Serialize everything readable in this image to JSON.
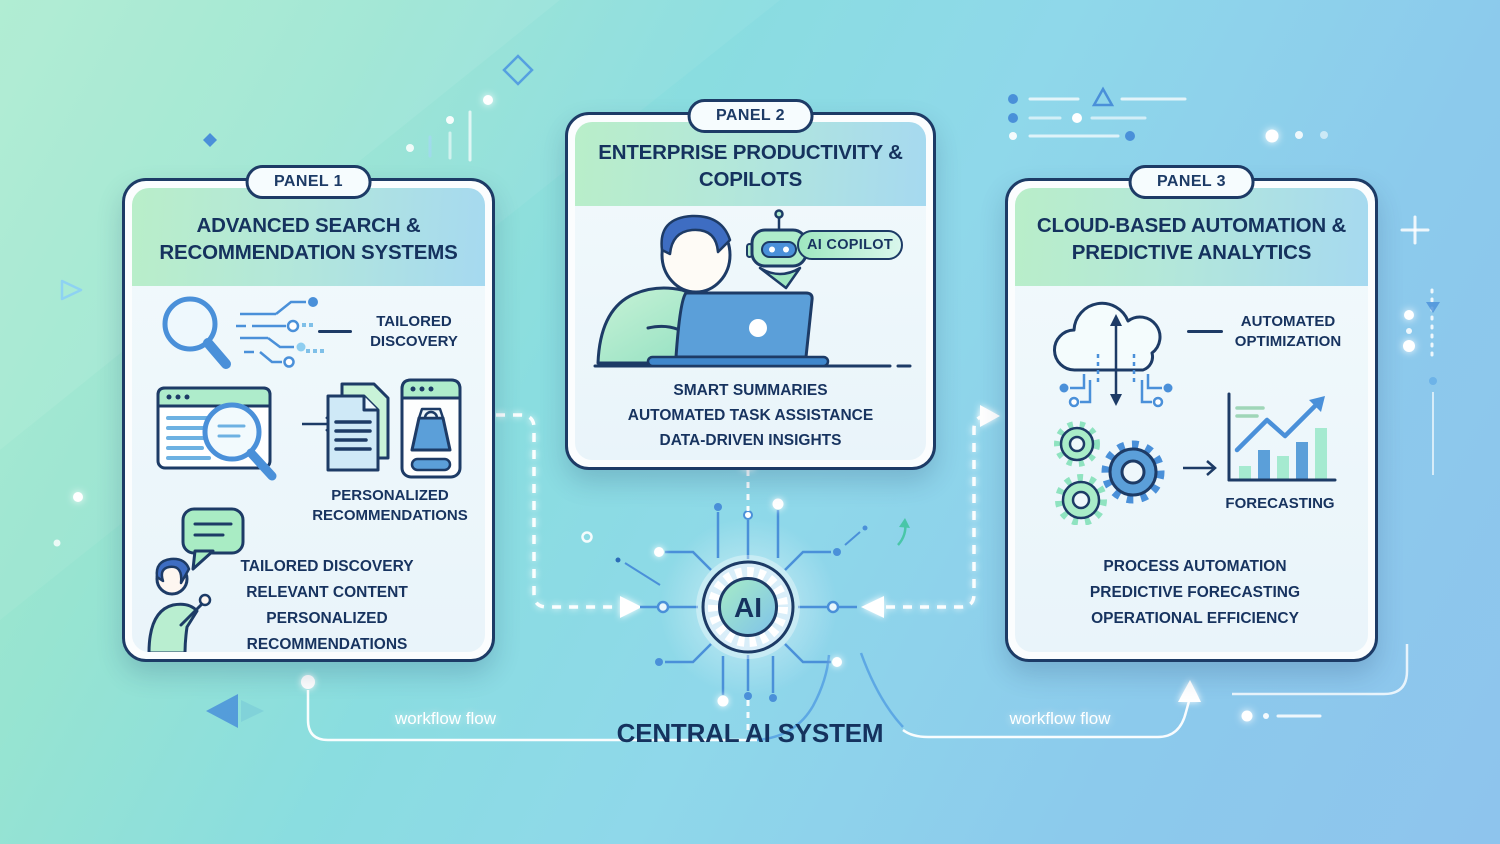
{
  "background": {
    "gradient_start": "#a7ebcd",
    "gradient_end": "#8ec4ed"
  },
  "colors": {
    "navy": "#1d3b66",
    "blue": "#4a90d9",
    "mint": "#a9ecc8",
    "panel_bg": "#eef8fb"
  },
  "panels": [
    {
      "badge": "PANEL 1",
      "title": "ADVANCED SEARCH & RECOMMENDATION SYSTEMS",
      "feature1_label": "TAILORED DISCOVERY",
      "feature2_label": "PERSONALIZED RECOMMENDATIONS",
      "list": [
        "TAILORED DISCOVERY",
        "RELEVANT CONTENT",
        "PERSONALIZED RECOMMENDATIONS"
      ]
    },
    {
      "badge": "PANEL 2",
      "title": "ENTERPRISE PRODUCTIVITY & COPILOTS",
      "copilot_badge": "AI COPILOT",
      "list": [
        "SMART SUMMARIES",
        "AUTOMATED TASK ASSISTANCE",
        "DATA-DRIVEN INSIGHTS"
      ]
    },
    {
      "badge": "PANEL 3",
      "title": "CLOUD-BASED AUTOMATION & PREDICTIVE ANALYTICS",
      "feature1_label": "AUTOMATED OPTIMIZATION",
      "feature2_label": "FORECASTING",
      "list": [
        "PROCESS AUTOMATION",
        "PREDICTIVE FORECASTING",
        "OPERATIONAL EFFICIENCY"
      ]
    }
  ],
  "center": {
    "hub_label": "AI",
    "title": "CENTRAL AI SYSTEM",
    "workflow_label_left": "workflow flow",
    "workflow_label_right": "workflow flow"
  }
}
